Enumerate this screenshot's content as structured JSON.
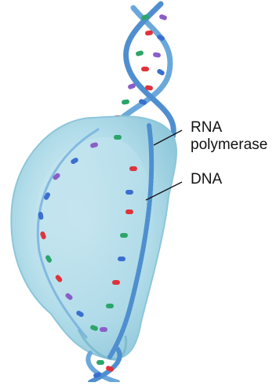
{
  "labels": {
    "rna_polymerase_line1": "RNA",
    "rna_polymerase_line2": "polymerase",
    "dna": "DNA"
  },
  "colors": {
    "backbone": "#5f9fd4",
    "backbone_dark": "#3f7fbf",
    "enzyme_fill": "#9fd2e3",
    "enzyme_edge": "#7fbccf",
    "base_red": "#e0323c",
    "base_green": "#2ca56a",
    "base_purple": "#8a5ec8",
    "base_blue": "#3a6fd0",
    "leader_line": "#111111"
  }
}
